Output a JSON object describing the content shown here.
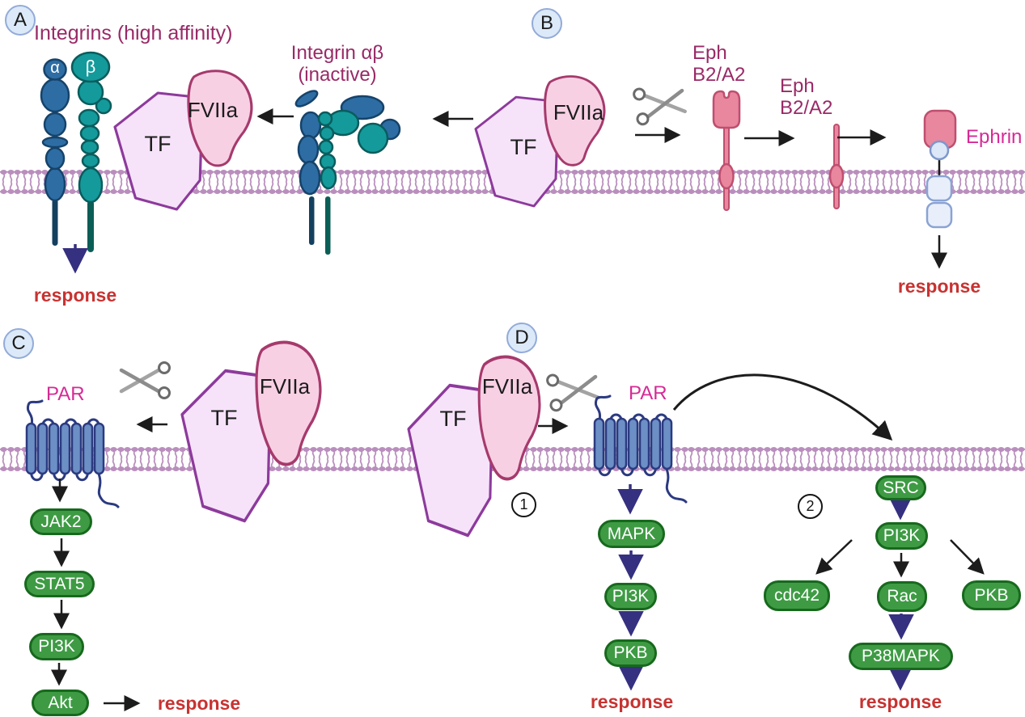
{
  "badges": {
    "a": "A",
    "b": "B",
    "c": "C",
    "d": "D",
    "step1": "1",
    "step2": "2"
  },
  "labels": {
    "integrins_active": "Integrins (high affinity)",
    "alpha": "α",
    "beta": "β",
    "integrin_inactive_line1": "Integrin αβ",
    "integrin_inactive_line2": "(inactive)",
    "eph1_line1": "Eph",
    "eph1_line2": "B2/A2",
    "eph2_line1": "Eph",
    "eph2_line2": "B2/A2",
    "ephrin": "Ephrin",
    "par_c": "PAR",
    "par_d": "PAR"
  },
  "complexes": {
    "a": {
      "tf": "TF",
      "fviia": "FVIIa"
    },
    "mid": {
      "tf": "TF",
      "fviia": "FVIIa"
    },
    "c": {
      "tf": "TF",
      "fviia": "FVIIa"
    },
    "d": {
      "tf": "TF",
      "fviia": "FVIIa"
    }
  },
  "cascade_c": [
    "JAK2",
    "STAT5",
    "PI3K",
    "Akt"
  ],
  "cascade_d1": [
    "MAPK",
    "PI3K",
    "PKB"
  ],
  "cascade_d2": {
    "src": "SRC",
    "pi3k": "PI3K",
    "branches": [
      "cdc42",
      "Rac",
      "PKB"
    ],
    "p38": "P38MAPK"
  },
  "responses": {
    "a": "response",
    "b": "response",
    "c": "response",
    "d1": "response",
    "d2": "response"
  },
  "colors": {
    "membrane": "#b98ebd",
    "membrane_line": "#a87cae",
    "tf_fill": "#f6e3f9",
    "tf_border": "#8d3a9c",
    "fviia_fill": "#f8d0e4",
    "fviia_border": "#a63a6c",
    "integrin_alpha": "#2d6da4",
    "integrin_beta": "#149a9b",
    "eph_fill": "#e8879e",
    "eph_border": "#bf4f6f",
    "ephrin_blue": "#e9effa",
    "par_fill": "#6c8fc6",
    "par_border": "#2b3a80",
    "pill_fill": "#3e9b44",
    "pill_border": "#17691d",
    "arrow_black": "#1c1c1c",
    "arrow_navy": "#35307f",
    "response_red": "#c73331",
    "label_dark_magenta": "#992a67",
    "label_bright_magenta": "#d62a96"
  }
}
